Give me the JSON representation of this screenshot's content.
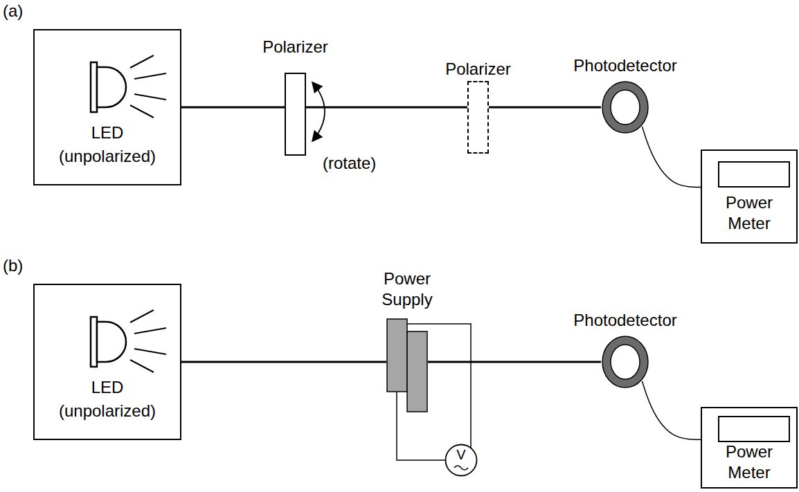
{
  "diagram": {
    "nodes": [
      {
        "text": [
          "LED (unpolarized)"
        ]
      },
      {
        "text": [
          "Polarizer"
        ]
      },
      {
        "text": [
          "Polarizer"
        ]
      },
      {
        "text": [
          "Photodetector"
        ]
      },
      {
        "text": [
          "Power Meter"
        ]
      },
      {
        "text": [
          "LED (unpolarized)"
        ]
      },
      {
        "text": [
          "Power Supply"
        ]
      },
      {
        "text": [
          "V"
        ]
      },
      {
        "text": [
          "Photodetector"
        ]
      },
      {
        "text": [
          "Power Meter"
        ]
      }
    ],
    "edges": [
      {
        "from": 0,
        "to": 1,
        "arrow": "none"
      },
      {
        "from": 1,
        "to": 2,
        "arrow": "none"
      },
      {
        "from": 2,
        "to": 3,
        "arrow": "none"
      },
      {
        "from": 3,
        "to": 4,
        "arrow": "none"
      },
      {
        "from": 5,
        "to": 6,
        "arrow": "none"
      },
      {
        "from": 6,
        "to": 8,
        "arrow": "none"
      },
      {
        "from": 8,
        "to": 9,
        "arrow": "none"
      },
      {
        "from": 6,
        "to": 7,
        "arrow": "none"
      },
      {
        "from": 6,
        "to": 7,
        "arrow": "none"
      }
    ],
    "labels": [
      "(a)",
      "(rotate)",
      "(b)"
    ]
  }
}
